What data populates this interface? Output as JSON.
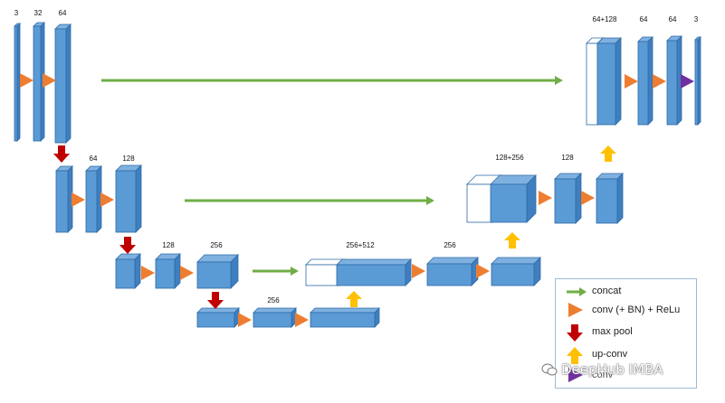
{
  "labels": {
    "enc1_a": "3",
    "enc1_b": "32",
    "enc1_c": "64",
    "enc2_b": "64",
    "enc2_c": "128",
    "enc3_b": "128",
    "enc3_c": "256",
    "bottom": "256",
    "dec3": "256+512",
    "dec3_out": "256",
    "dec2": "128+256",
    "dec2_out": "128",
    "dec1": "64+128",
    "dec1_b": "64",
    "dec1_c": "64",
    "dec1_out": "3"
  },
  "legend": {
    "concat": "concat",
    "conv": "conv (+ BN) + ReLu",
    "max_pool": "max pool",
    "up_conv": "up-conv",
    "conv_last": "conv"
  },
  "watermark": "DeepHub IMBA",
  "colors": {
    "block_front": "#5b9bd5",
    "block_top": "#7fb1e0",
    "block_side": "#3f7fbf",
    "block_edge": "#2e6aa6",
    "conv_arrow": "#ed7d31",
    "concat_arrow": "#70ad47",
    "pool_arrow": "#c00000",
    "up_arrow": "#ffc000",
    "final_conv": "#7030a0"
  }
}
